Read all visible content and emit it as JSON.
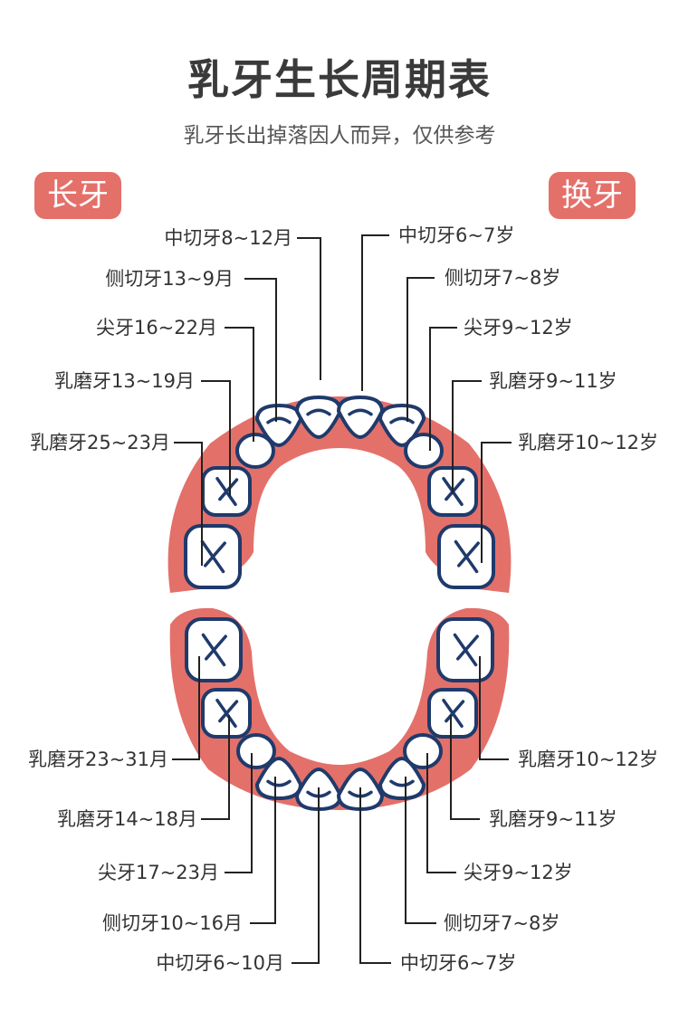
{
  "title": "乳牙生长周期表",
  "subtitle": "乳牙长出掉落因人而异，仅供参考",
  "badges": {
    "grow": "长牙",
    "change": "换牙"
  },
  "upper_left": [
    {
      "key": "upper-central-incisor",
      "label": "中切牙8~12月"
    },
    {
      "key": "upper-lateral-incisor",
      "label": "侧切牙13~9月"
    },
    {
      "key": "upper-canine",
      "label": "尖牙16~22月"
    },
    {
      "key": "upper-first-molar",
      "label": "乳磨牙13~19月"
    },
    {
      "key": "upper-second-molar",
      "label": "乳磨牙25~23月"
    }
  ],
  "upper_right": [
    {
      "key": "upper-central-incisor",
      "label": "中切牙6~7岁"
    },
    {
      "key": "upper-lateral-incisor",
      "label": "侧切牙7~8岁"
    },
    {
      "key": "upper-canine",
      "label": "尖牙9~12岁"
    },
    {
      "key": "upper-first-molar",
      "label": "乳磨牙9~11岁"
    },
    {
      "key": "upper-second-molar",
      "label": "乳磨牙10~12岁"
    }
  ],
  "lower_left": [
    {
      "key": "lower-second-molar",
      "label": "乳磨牙23~31月"
    },
    {
      "key": "lower-first-molar",
      "label": "乳磨牙14~18月"
    },
    {
      "key": "lower-canine",
      "label": "尖牙17~23月"
    },
    {
      "key": "lower-lateral-incisor",
      "label": "侧切牙10~16月"
    },
    {
      "key": "lower-central-incisor",
      "label": "中切牙6~10月"
    }
  ],
  "lower_right": [
    {
      "key": "lower-second-molar",
      "label": "乳磨牙10~12岁"
    },
    {
      "key": "lower-first-molar",
      "label": "乳磨牙9~11岁"
    },
    {
      "key": "lower-canine",
      "label": "尖牙9~12岁"
    },
    {
      "key": "lower-lateral-incisor",
      "label": "侧切牙7~8岁"
    },
    {
      "key": "lower-central-incisor",
      "label": "中切牙6~7岁"
    }
  ],
  "colors": {
    "gum": "#e4706a",
    "tooth_outline": "#1f3a6b",
    "badge": "#e4706a",
    "leader": "#222222"
  }
}
